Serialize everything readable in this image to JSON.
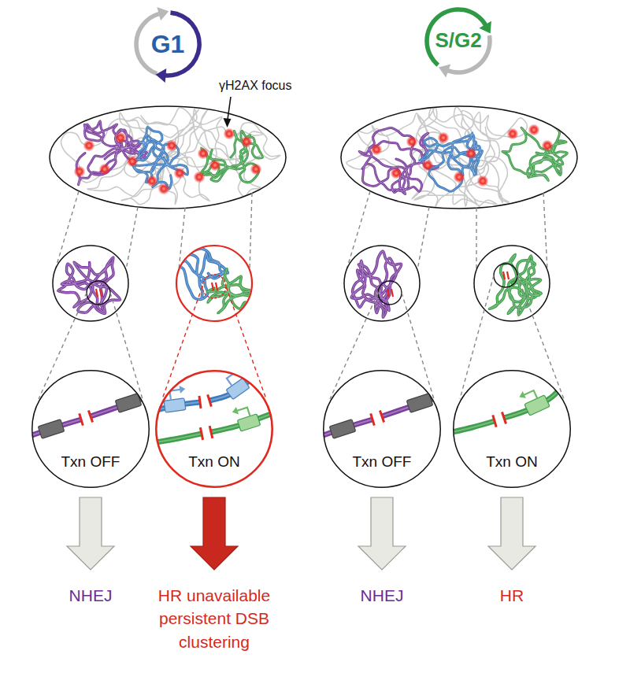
{
  "diagram": {
    "nodes": [
      {
        "text": [
          "G1"
        ]
      },
      {
        "text": [
          "S/G2"
        ]
      },
      {
        "text": [
          "Txn OFF"
        ]
      },
      {
        "text": [
          "Txn ON"
        ]
      },
      {
        "text": [
          "Txn OFF"
        ]
      },
      {
        "text": [
          "Txn ON"
        ]
      }
    ],
    "labels": [
      "γH2AX focus",
      "NHEJ",
      "HR unavailable persistent DSB clustering",
      "NHEJ",
      "HR"
    ]
  }
}
